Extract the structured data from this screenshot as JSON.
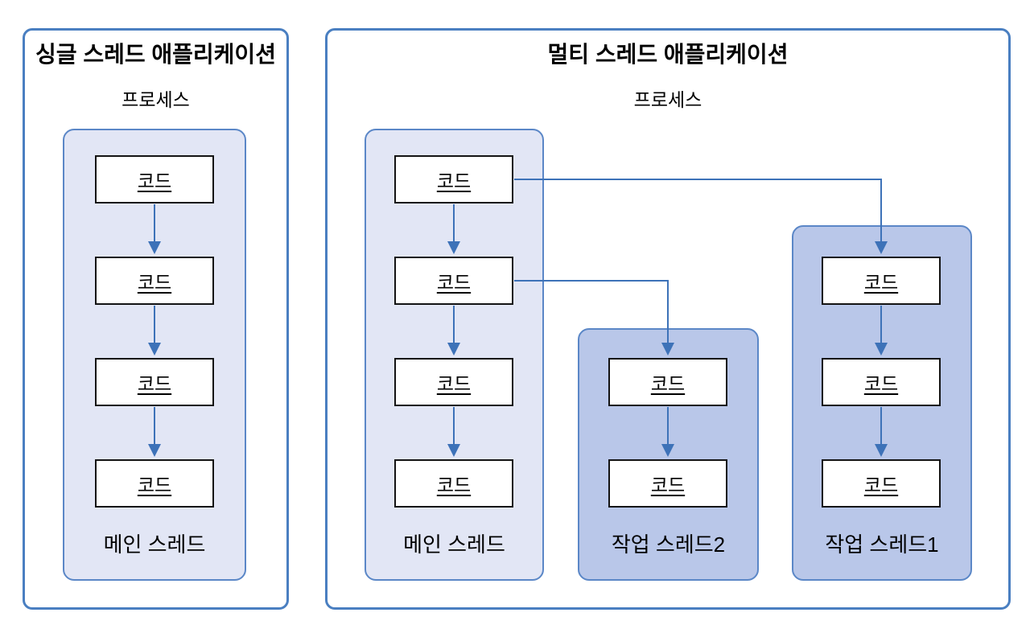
{
  "code_box_label": "코드",
  "left_panel": {
    "title": "싱글 스레드 애플리케이션",
    "process_label": "프로세스",
    "threads": [
      {
        "name": "메인 스레드",
        "type": "main",
        "code_box_count": 4
      }
    ]
  },
  "right_panel": {
    "title": "멀티 스레드 애플리케이션",
    "process_label": "프로세스",
    "threads": [
      {
        "name": "메인 스레드",
        "type": "main",
        "code_box_count": 4
      },
      {
        "name": "작업 스레드2",
        "type": "worker",
        "code_box_count": 2
      },
      {
        "name": "작업 스레드1",
        "type": "worker",
        "code_box_count": 3
      }
    ]
  },
  "connections": [
    {
      "from": "메인 스레드 코드 1",
      "to": "작업 스레드1 코드 1"
    },
    {
      "from": "메인 스레드 코드 2",
      "to": "작업 스레드2 코드 1"
    }
  ],
  "colors": {
    "panel_border": "#4a7fc1",
    "container_border": "#5b87c7",
    "main_thread_fill": "#e2e6f5",
    "worker_thread_fill": "#b9c7e9",
    "arrow": "#3d72b8",
    "code_box_border": "#141414",
    "background": "#ffffff"
  }
}
